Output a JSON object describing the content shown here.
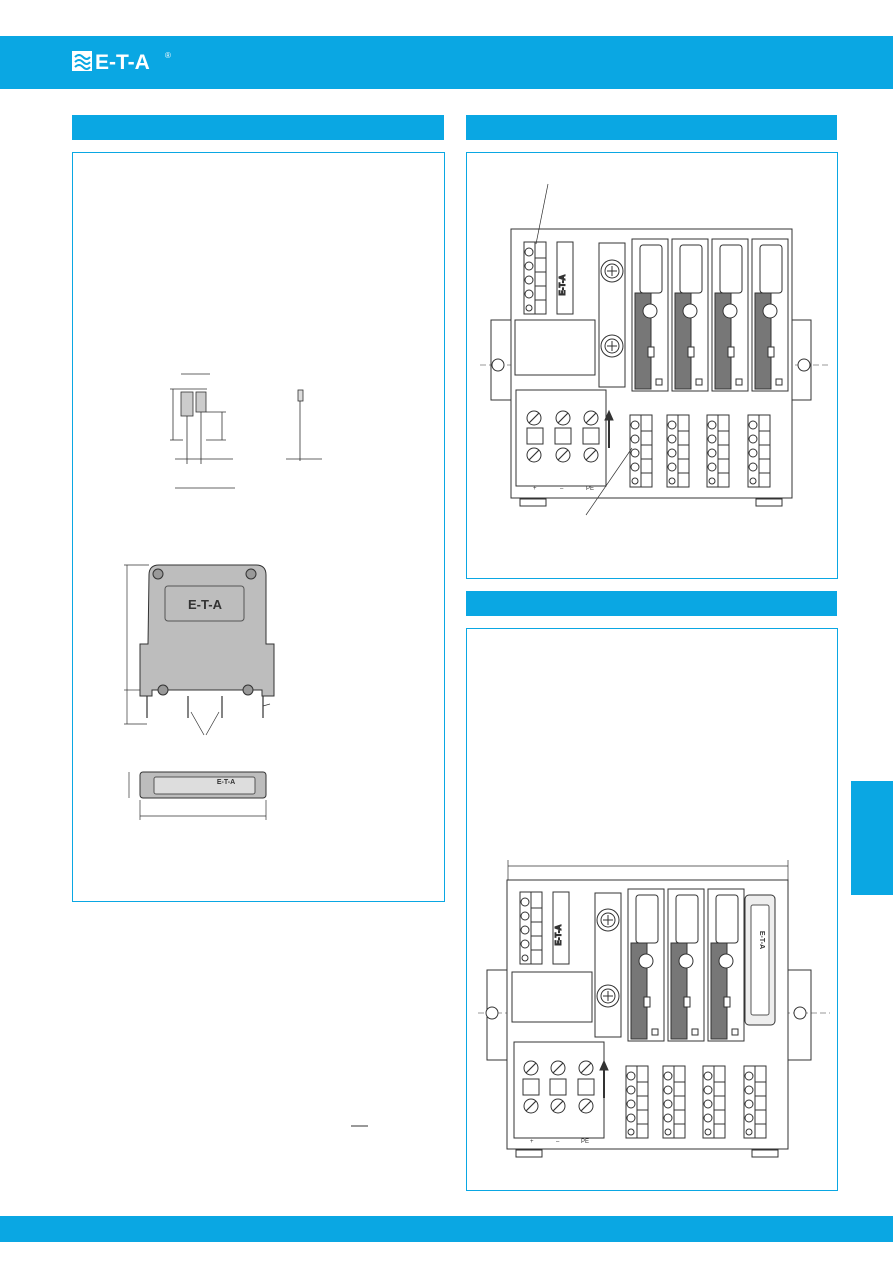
{
  "brand": {
    "logo_text": "E-T-A",
    "registered_mark": "®",
    "colors": {
      "accent": "#0aa7e3",
      "line": "#3a3a3a",
      "fill_grey": "#bdbdbd"
    }
  },
  "drawings": {
    "relay_pcb_brand": "E-T-A",
    "relay_side_brand": "E-T-A",
    "module_vertical_brand": "E-T-A",
    "blank_module_brand": "E-T-A",
    "terminal_marks": [
      "+",
      "–",
      "PE"
    ]
  }
}
